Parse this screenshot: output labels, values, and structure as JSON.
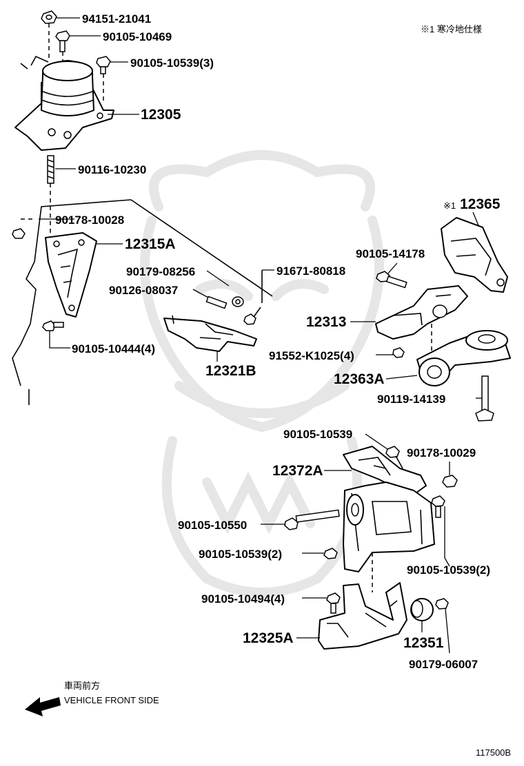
{
  "note": "※1 寒冷地仕様",
  "figure_code": "117500B",
  "direction": {
    "label_jp": "車両前方",
    "label_en": "VEHICLE FRONT SIDE",
    "arrow_icon": "arrow-left-icon"
  },
  "callouts": {
    "c94151_21041": "94151-21041",
    "c90105_10469": "90105-10469",
    "c90105_10539_3": "90105-10539(3)",
    "c12305": "12305",
    "c90116_10230": "90116-10230",
    "c90178_10028": "90178-10028",
    "c12315A": "12315A",
    "c90179_08256": "90179-08256",
    "c91671_80818": "91671-80818",
    "c90126_08037": "90126-08037",
    "c90105_10444_4": "90105-10444(4)",
    "c12321B": "12321B",
    "c12365_mark": "※1",
    "c12365": "12365",
    "c90105_14178": "90105-14178",
    "c12313": "12313",
    "c91552_K1025_4": "91552-K1025(4)",
    "c12363A": "12363A",
    "c90119_14139": "90119-14139",
    "c90105_10539_a": "90105-10539",
    "c90178_10029": "90178-10029",
    "c12372A": "12372A",
    "c90105_10550": "90105-10550",
    "c90105_10539_2a": "90105-10539(2)",
    "c90105_10539_2b": "90105-10539(2)",
    "c90105_10494_4": "90105-10494(4)",
    "c12325A": "12325A",
    "c12351": "12351",
    "c90179_06007": "90179-06007"
  }
}
